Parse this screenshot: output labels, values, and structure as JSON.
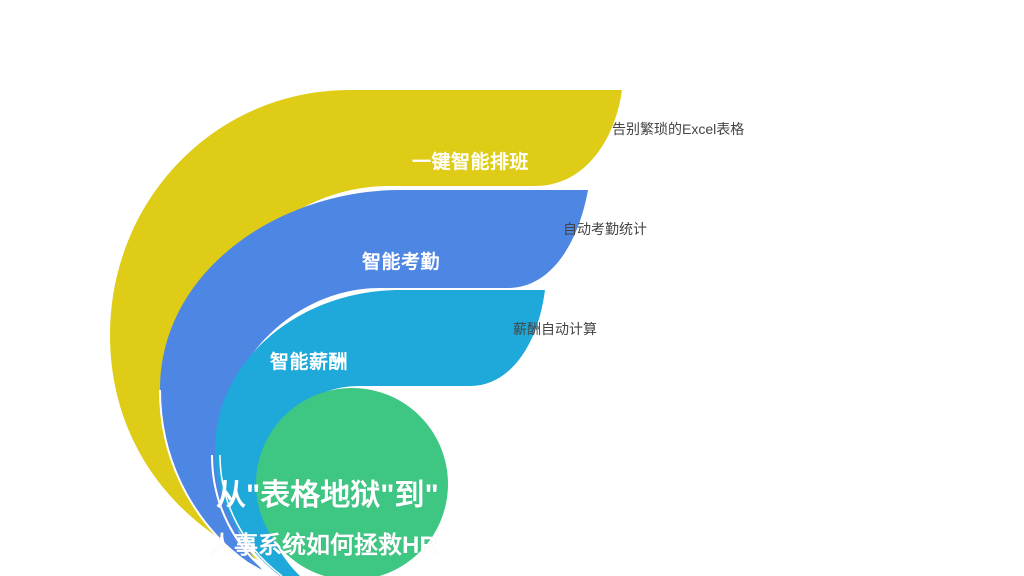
{
  "colors": {
    "yellow": "#dfcc17",
    "blue": "#4e86e4",
    "cyan": "#1ea9da",
    "green": "#3ec683",
    "background": "#ffffff"
  },
  "bands": [
    {
      "label": "一键智能排班",
      "note": "告别繁琐的Excel表格",
      "color": "yellow"
    },
    {
      "label": "智能考勤",
      "note": "自动考勤统计",
      "color": "blue"
    },
    {
      "label": "智能薪酬",
      "note": "薪酬自动计算",
      "color": "cyan"
    }
  ],
  "core": {
    "color": "green"
  },
  "headline": {
    "line1": "从\"表格地狱\"到\"",
    "line2": "人事系统如何拯救HR"
  }
}
